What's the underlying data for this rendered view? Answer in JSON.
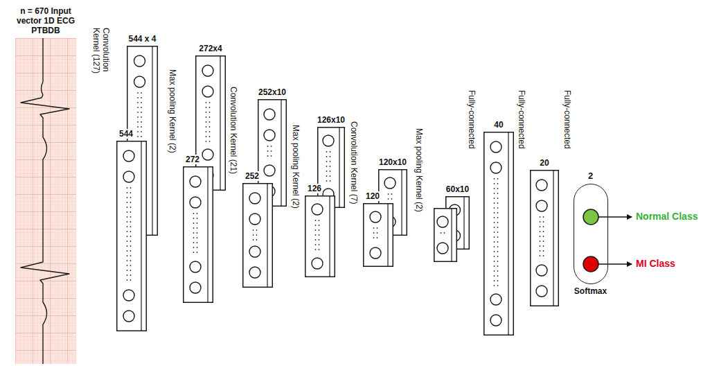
{
  "diagram": {
    "nodes": [
      {
        "text": [
          "n = 670 Input vector 1D ECG PTBDB"
        ]
      },
      {
        "text": [
          "544 x 4"
        ]
      },
      {
        "text": [
          "544"
        ]
      },
      {
        "text": [
          "272x4"
        ]
      },
      {
        "text": [
          "272"
        ]
      },
      {
        "text": [
          "252x10"
        ]
      },
      {
        "text": [
          "252"
        ]
      },
      {
        "text": [
          "126x10"
        ]
      },
      {
        "text": [
          "126"
        ]
      },
      {
        "text": [
          "120x10"
        ]
      },
      {
        "text": [
          "120"
        ]
      },
      {
        "text": [
          "60x10"
        ]
      },
      {
        "text": [
          "40"
        ]
      },
      {
        "text": [
          "20"
        ]
      },
      {
        "text": [
          "2",
          "Softmax"
        ]
      }
    ],
    "labels": [
      "Convolution Kernel (127)",
      "Max pooling Kernel (2)",
      "Convolution Kernel (21)",
      "Max pooling Kernel (2)",
      "Convolution Kernel (7)",
      "Max pooling Kernel (2)",
      "Fully-connected",
      "Fully-connected",
      "Fully-connected",
      "Normal Class",
      "MI Class"
    ]
  }
}
